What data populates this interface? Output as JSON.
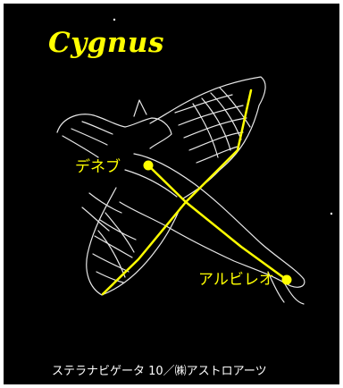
{
  "title": "Cygnus",
  "stars": [
    {
      "name": "デネブ"
    },
    {
      "name": "アルビレオ"
    }
  ],
  "credit": "ステラナビゲータ 10／㈱アストロアーツ",
  "colors": {
    "background": "#000000",
    "constellation_line": "#ffff00",
    "figure_outline": "#ffffff",
    "label_text": "#ffff00",
    "credit_text": "#ffffff"
  }
}
